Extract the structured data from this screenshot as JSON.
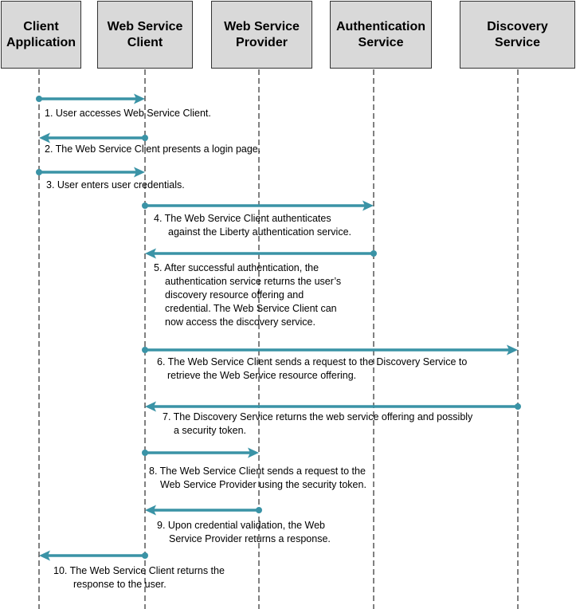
{
  "colors": {
    "actor_fill": "#d9d9d9",
    "actor_stroke": "#333333",
    "lifeline": "#000000",
    "arrow": "#3a93a6"
  },
  "actors": [
    {
      "id": "client-application",
      "lines": [
        "Client",
        "Application"
      ]
    },
    {
      "id": "web-service-client",
      "lines": [
        "Web Service",
        "Client"
      ]
    },
    {
      "id": "web-service-provider",
      "lines": [
        "Web Service",
        "Provider"
      ]
    },
    {
      "id": "authentication-service",
      "lines": [
        "Authentication",
        "Service"
      ]
    },
    {
      "id": "discovery-service",
      "lines": [
        "Discovery",
        "Service"
      ]
    }
  ],
  "messages": [
    {
      "step": 1,
      "from": 0,
      "to": 1,
      "lines": [
        "1. User accesses Web Service Client."
      ]
    },
    {
      "step": 2,
      "from": 1,
      "to": 0,
      "lines": [
        "2. The Web Service Client presents a login page."
      ]
    },
    {
      "step": 3,
      "from": 0,
      "to": 1,
      "lines": [
        "3. User enters user credentials."
      ]
    },
    {
      "step": 4,
      "from": 1,
      "to": 3,
      "lines": [
        "4. The Web Service Client authenticates",
        "against the Liberty authentication service."
      ]
    },
    {
      "step": 5,
      "from": 3,
      "to": 1,
      "lines": [
        "5. After successful authentication, the",
        "authentication service returns the user’s",
        "discovery resource offering and",
        "credential. The Web Service Client can",
        "now access the discovery service."
      ]
    },
    {
      "step": 6,
      "from": 1,
      "to": 4,
      "lines": [
        "6. The Web Service Client sends a request to the Discovery Service to",
        "retrieve the Web Service resource offering."
      ]
    },
    {
      "step": 7,
      "from": 4,
      "to": 1,
      "lines": [
        "7. The Discovery Service returns the web service offering and possibly",
        "a security token."
      ]
    },
    {
      "step": 8,
      "from": 1,
      "to": 2,
      "lines": [
        "8. The Web Service Client sends a request to the",
        "Web Service Provider using the security token."
      ]
    },
    {
      "step": 9,
      "from": 2,
      "to": 1,
      "lines": [
        "9.  Upon credential validation, the Web",
        "Service Provider returns a response."
      ]
    },
    {
      "step": 10,
      "from": 1,
      "to": 0,
      "lines": [
        "10.  The Web Service Client returns the",
        "response to the user."
      ]
    }
  ]
}
